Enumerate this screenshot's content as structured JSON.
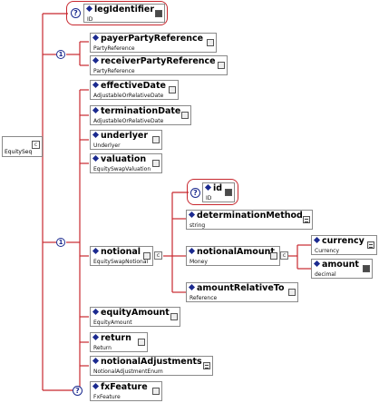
{
  "root": {
    "type": "EquitySeq",
    "compositor_icon": "sequence-icon"
  },
  "choice_marker": "1",
  "optional_marker": "?",
  "nodes": {
    "legIdentifier": {
      "name": "legIdentifier",
      "type": "ID",
      "optional": true
    },
    "payer": {
      "name": "payerPartyReference",
      "type": "PartyReference"
    },
    "receiver": {
      "name": "receiverPartyReference",
      "type": "PartyReference"
    },
    "effective": {
      "name": "effectiveDate",
      "type": "AdjustableOrRelativeDate"
    },
    "termination": {
      "name": "terminationDate",
      "type": "AdjustableOrRelativeDate"
    },
    "underlyer": {
      "name": "underlyer",
      "type": "Underlyer"
    },
    "valuation": {
      "name": "valuation",
      "type": "EquitySwapValuation"
    },
    "notional": {
      "name": "notional",
      "type": "EquitySwapNotional"
    },
    "id": {
      "name": "id",
      "type": "ID",
      "optional": true
    },
    "determination": {
      "name": "determinationMethod",
      "type": "string"
    },
    "notionalAmount": {
      "name": "notionalAmount",
      "type": "Money"
    },
    "currency": {
      "name": "currency",
      "type": "Currency"
    },
    "amount": {
      "name": "amount",
      "type": "decimal"
    },
    "amountRelative": {
      "name": "amountRelativeTo",
      "type": "Reference"
    },
    "equityAmount": {
      "name": "equityAmount",
      "type": "EquityAmount"
    },
    "return": {
      "name": "return",
      "type": "Return"
    },
    "notionalAdj": {
      "name": "notionalAdjustments",
      "type": "NotionalAdjustmentEnum"
    },
    "fxFeature": {
      "name": "fxFeature",
      "type": "FxFeature",
      "optional": true
    }
  },
  "colors": {
    "wire": "#c8282f",
    "diamond": "#1b2a8f",
    "border": "#8a8a8a"
  }
}
